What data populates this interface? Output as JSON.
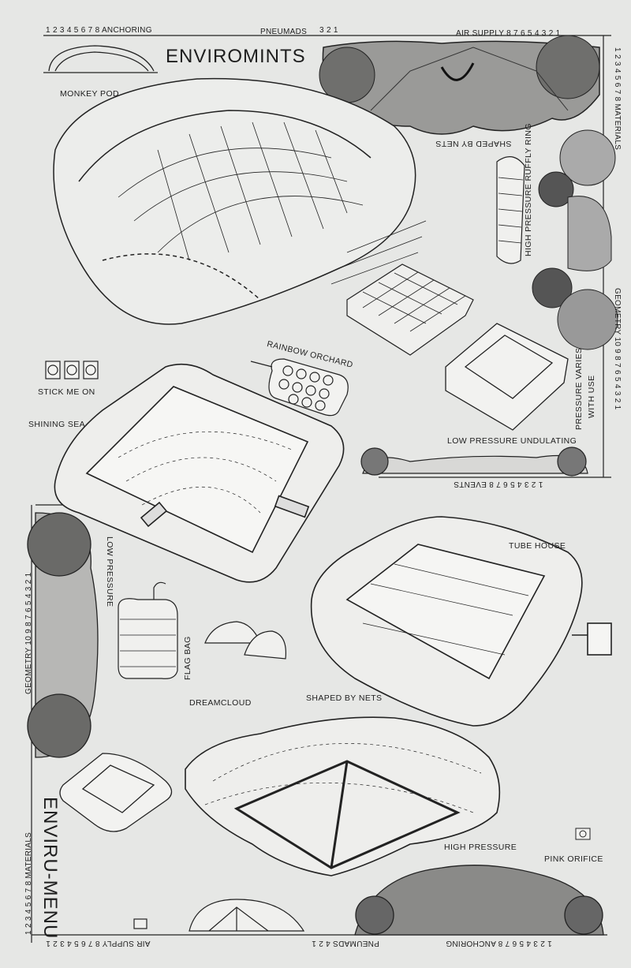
{
  "title_top": "ENVIROMINTS",
  "title_bottom": "ENVIRU-MENU",
  "scales": {
    "top_left": "1 2 3 4 5 6 7 8 ANCHORING",
    "top_mid": "PNEUMADS",
    "top_mid_nums": "3 2 1",
    "top_right": "AIR SUPPLY 8 7 6 5 4 3 2 1",
    "right_upper": "1 2 3 4 5 6 7 8 MATERIALS",
    "right_geometry": "GEOMETRY 10 9 8 7 6 5 4 3 2 1",
    "mid_events": "1 2 3 4 5 6 7 8 EVENTS",
    "left_geometry": "GEOMETRY 10 9 8 7 6 5 4 3 2 1",
    "left_materials": "1 2 3 4 5 6 7 8 MATERIALS",
    "bottom_left": "AIR SUPPLY 8 7 6 5 4 3 2 1",
    "bottom_mid": "PNEUMADS 4 2 1",
    "bottom_right": "1 2 3 4 5 6 7 8 ANCHORING"
  },
  "labels": {
    "monkey_pod": "MONKEY POD",
    "shaped_by_nets_top": "SHAPED BY NETS",
    "high_pressure_ruffly_ring": "HIGH PRESSURE RUFFLY RING",
    "rainbow_orchard": "RAINBOW ORCHARD",
    "stick_me_on": "STICK ME ON",
    "shining_sea": "SHINING SEA",
    "pressure_varies": "PRESSURE VARIES",
    "with_use": "WITH USE",
    "low_pressure_undulating": "LOW PRESSURE UNDULATING",
    "low_pressure": "LOW PRESSURE",
    "tube_house": "TUBE HOUSE",
    "flag_bag": "FLAG BAG",
    "dreamcloud": "DREAMCLOUD",
    "shaped_by_nets_bottom": "SHAPED BY NETS",
    "high_pressure": "HIGH PRESSURE",
    "pink_orifice": "PINK ORIFICE"
  }
}
